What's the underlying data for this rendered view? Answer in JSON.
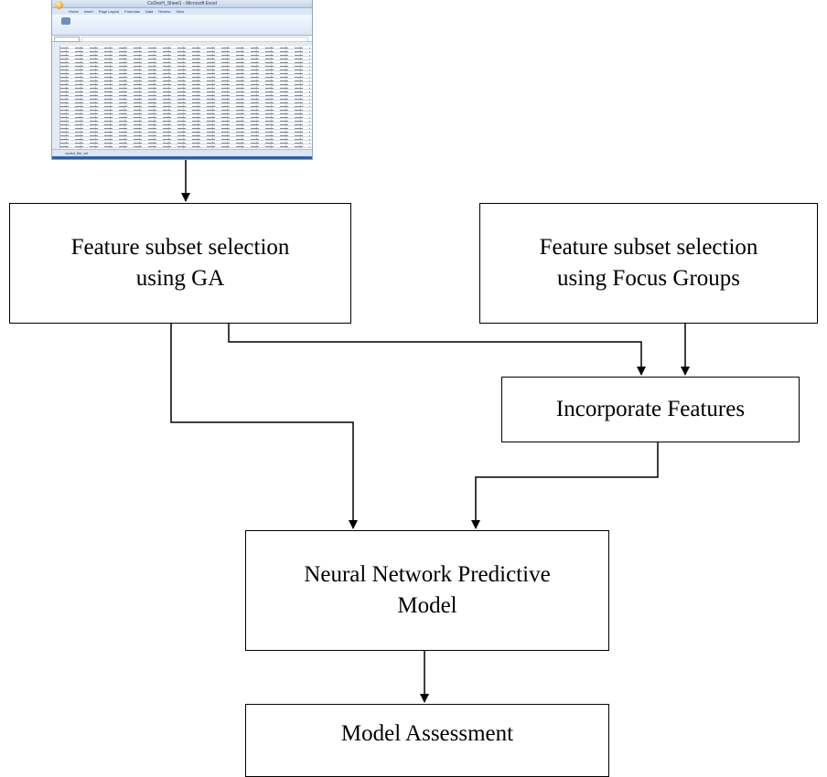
{
  "spreadsheet": {
    "window_title": "CoDesH_Sheet1 - Microsoft Excel",
    "ribbon_tabs": [
      "Home",
      "Insert",
      "Page Layout",
      "Formulas",
      "Data",
      "Review",
      "View"
    ],
    "sheet_tab": "coded_file_ret"
  },
  "nodes": {
    "ga": "Feature subset selection\nusing GA",
    "focus_groups": "Feature subset selection\nusing Focus Groups",
    "incorporate": "Incorporate Features",
    "neural_network": "Neural Network Predictive\nModel",
    "assessment": "Model Assessment"
  }
}
